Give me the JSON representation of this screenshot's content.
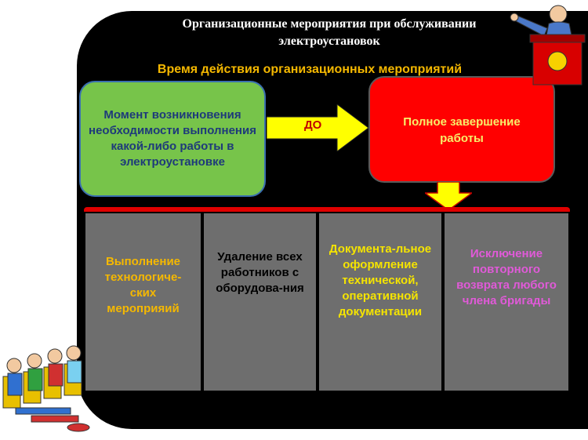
{
  "title_line1": "Организационные мероприятия при обслуживании",
  "title_line2": "электроустановок",
  "subtitle": "Время действия организационных мероприятий",
  "start_box": "Момент возникновения необходимости выполнения какой-либо работы в электроустановке",
  "arrow_label": "ДО",
  "end_box_line1": "Полное завершение",
  "end_box_line2": "работы",
  "columns": [
    "Выполнение технологиче-ских мероприяий",
    "Удаление всех работников с оборудова-ния",
    "Документа-льное оформление технической, оперативной документации",
    "Исключение повторного возврата любого члена бригады"
  ],
  "colors": {
    "background": "#000000",
    "start_box": "#77c44a",
    "end_box": "#ff0000",
    "arrow": "#ffff00",
    "cell": "#6e6e6e",
    "accent_orange": "#f5b800",
    "accent_yellow": "#f5e400",
    "accent_pink": "#e05ad8"
  }
}
